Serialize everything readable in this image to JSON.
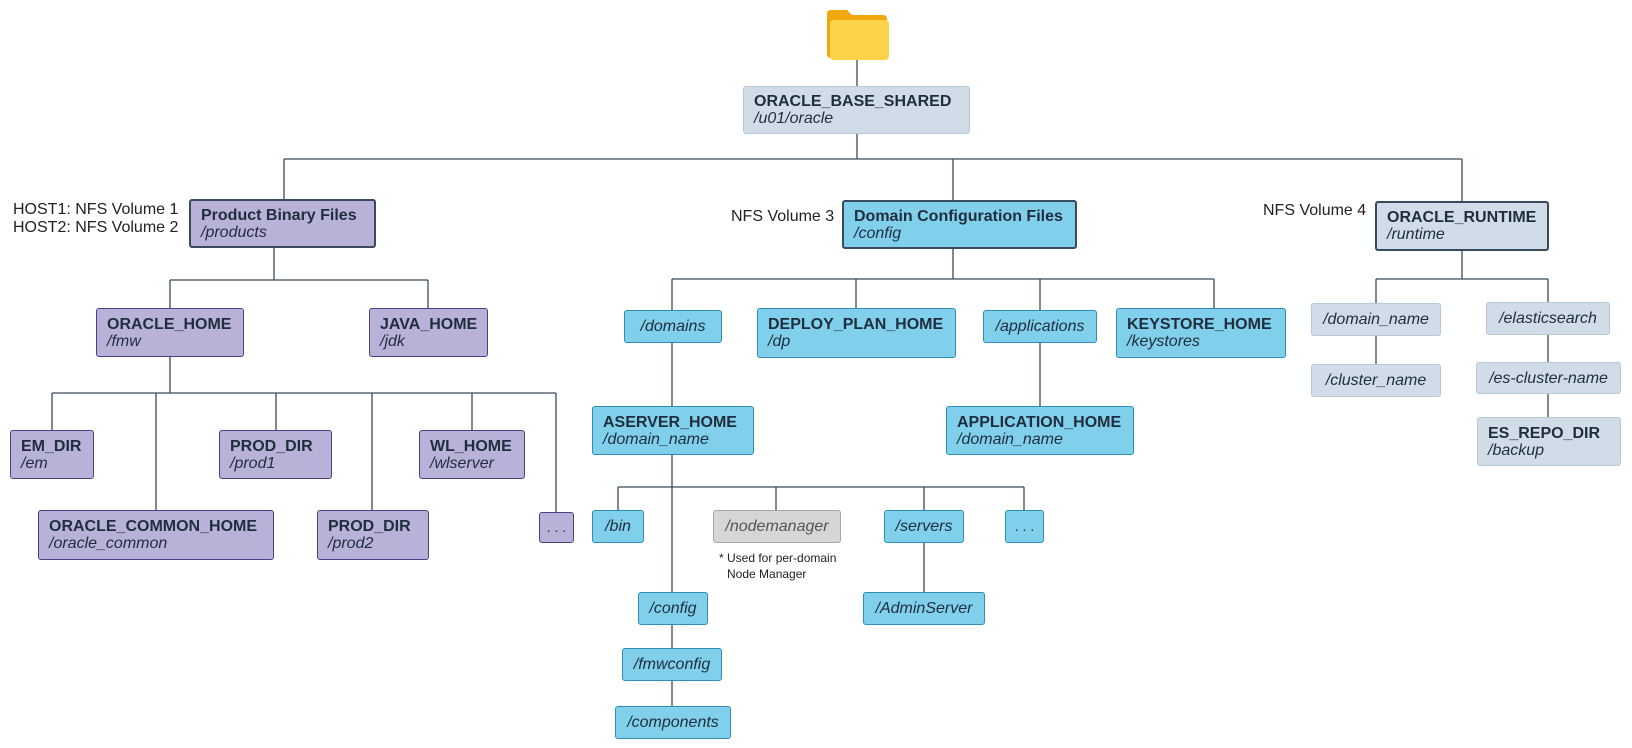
{
  "root": {
    "title": "ORACLE_BASE_SHARED",
    "path": "/u01/oracle"
  },
  "labels": {
    "host1": "HOST1: NFS Volume 1",
    "host2": "HOST2: NFS Volume 2",
    "nfs3": "NFS Volume 3",
    "nfs4": "NFS Volume 4",
    "note_line1": "* Used for per-domain",
    "note_line2": "Node Manager"
  },
  "products": {
    "node": {
      "title": "Product Binary Files",
      "path": "/products"
    },
    "oracle_home": {
      "title": "ORACLE_HOME",
      "path": "/fmw"
    },
    "java_home": {
      "title": "JAVA_HOME",
      "path": "/jdk"
    },
    "em_dir": {
      "title": "EM_DIR",
      "path": "/em"
    },
    "oracle_common_home": {
      "title": "ORACLE_COMMON_HOME",
      "path": "/oracle_common"
    },
    "prod_dir1": {
      "title": "PROD_DIR",
      "path": "/prod1"
    },
    "prod_dir2": {
      "title": "PROD_DIR",
      "path": "/prod2"
    },
    "wl_home": {
      "title": "WL_HOME",
      "path": "/wlserver"
    },
    "more": ". . ."
  },
  "config": {
    "node": {
      "title": "Domain Configuration Files",
      "path": "/config"
    },
    "domains": "/domains",
    "deploy_plan_home": {
      "title": "DEPLOY_PLAN_HOME",
      "path": "/dp"
    },
    "applications": "/applications",
    "keystore_home": {
      "title": "KEYSTORE_HOME",
      "path": "/keystores"
    },
    "aserver_home": {
      "title": "ASERVER_HOME",
      "path": "/domain_name"
    },
    "application_home": {
      "title": "APPLICATION_HOME",
      "path": "/domain_name"
    },
    "bin": "/bin",
    "nodemanager": "/nodemanager",
    "servers": "/servers",
    "more": ". . .",
    "config_dir": "/config",
    "adminserver": "/AdminServer",
    "fmwconfig": "/fmwconfig",
    "components": "/components"
  },
  "runtime": {
    "node": {
      "title": "ORACLE_RUNTIME",
      "path": "/runtime"
    },
    "domain_name": "/domain_name",
    "cluster_name": "/cluster_name",
    "elasticsearch": "/elasticsearch",
    "es_cluster_name": "/es-cluster-name",
    "es_repo_dir": {
      "title": "ES_REPO_DIR",
      "path": "/backup"
    }
  },
  "colors": {
    "line": "#394a5c",
    "purple": "#b8b2d9",
    "blue": "#80d0ec",
    "gray": "#d0dde8",
    "folder": "#f5b31d"
  }
}
